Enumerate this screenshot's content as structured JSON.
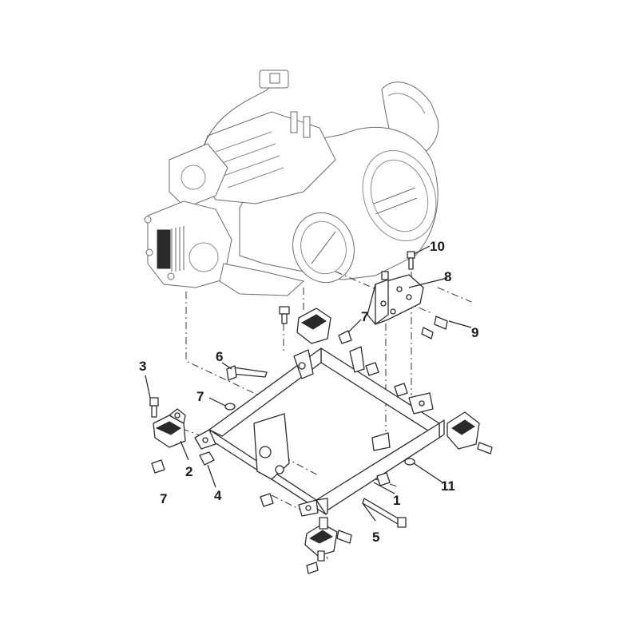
{
  "diagram": {
    "callouts": [
      {
        "id": "c1",
        "label": "1"
      },
      {
        "id": "c2",
        "label": "2"
      },
      {
        "id": "c3",
        "label": "3"
      },
      {
        "id": "c4",
        "label": "4"
      },
      {
        "id": "c5",
        "label": "5"
      },
      {
        "id": "c6",
        "label": "6"
      },
      {
        "id": "c7a",
        "label": "7"
      },
      {
        "id": "c7b",
        "label": "7"
      },
      {
        "id": "c7c",
        "label": "7"
      },
      {
        "id": "c8",
        "label": "8"
      },
      {
        "id": "c9",
        "label": "9"
      },
      {
        "id": "c10",
        "label": "10"
      },
      {
        "id": "c11",
        "label": "11"
      }
    ]
  }
}
